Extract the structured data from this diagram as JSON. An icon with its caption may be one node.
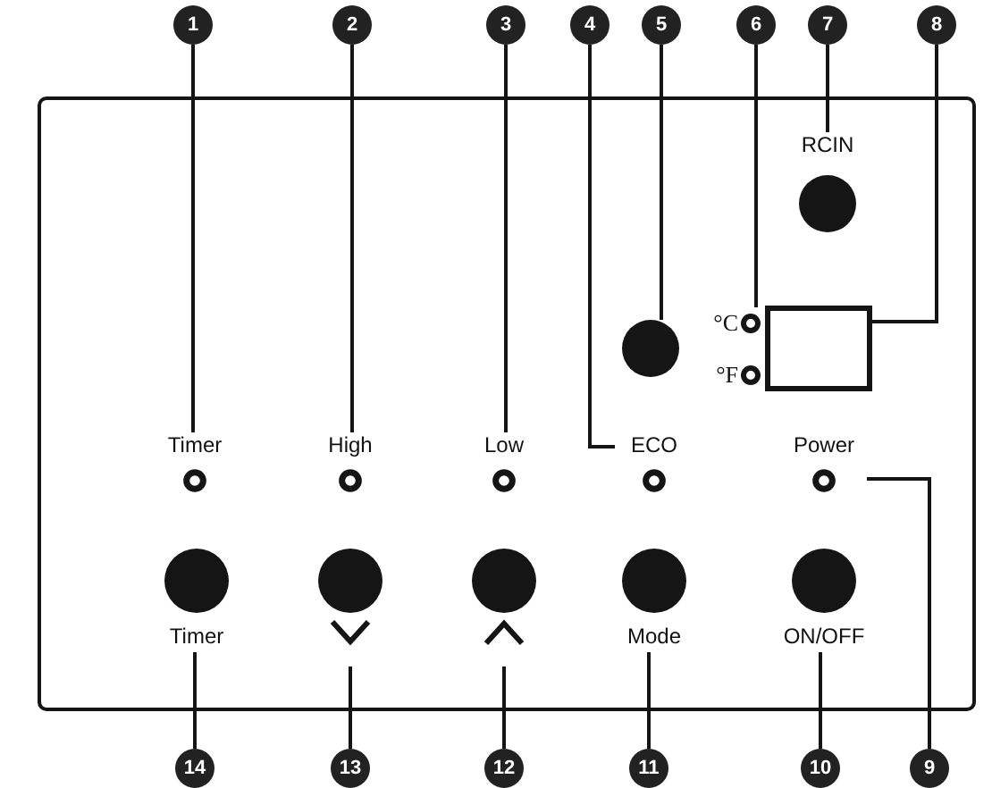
{
  "diagram": {
    "nodes": [
      {
        "text": [
          "1"
        ]
      },
      {
        "text": [
          "2"
        ]
      },
      {
        "text": [
          "3"
        ]
      },
      {
        "text": [
          "4"
        ]
      },
      {
        "text": [
          "5"
        ]
      },
      {
        "text": [
          "6"
        ]
      },
      {
        "text": [
          "7"
        ]
      },
      {
        "text": [
          "8"
        ]
      },
      {
        "text": [
          "RCIN"
        ]
      },
      {
        "text": [],
        "shape": "circle"
      },
      {
        "text": [
          "°C"
        ]
      },
      {
        "text": [],
        "shape": "box"
      },
      {
        "text": [
          "°F"
        ]
      },
      {
        "text": [
          "Timer"
        ]
      },
      {
        "text": [
          "High"
        ]
      },
      {
        "text": [
          "Low"
        ]
      },
      {
        "text": [
          "ECO"
        ]
      },
      {
        "text": [
          "Power"
        ]
      },
      {
        "text": [
          "Timer"
        ]
      },
      {
        "text": [],
        "shape": "circle"
      },
      {
        "text": [],
        "shape": "circle"
      },
      {
        "text": [
          "Mode"
        ]
      },
      {
        "text": [
          "ON/OFF"
        ]
      },
      {
        "text": [
          "14"
        ]
      },
      {
        "text": [
          "13"
        ]
      },
      {
        "text": [
          "12"
        ]
      },
      {
        "text": [
          "11"
        ]
      },
      {
        "text": [
          "10"
        ]
      },
      {
        "text": [
          "9"
        ]
      }
    ],
    "edges": [
      {
        "from": 0,
        "to": 13,
        "arrow": "none"
      },
      {
        "from": 1,
        "to": 14,
        "arrow": "none"
      },
      {
        "from": 2,
        "to": 15,
        "arrow": "none"
      },
      {
        "from": 3,
        "to": 16,
        "arrow": "none"
      },
      {
        "from": 4,
        "to": 9,
        "arrow": "none"
      },
      {
        "from": 5,
        "to": 10,
        "arrow": "none"
      },
      {
        "from": 6,
        "to": 8,
        "arrow": "none"
      },
      {
        "from": 7,
        "to": 11,
        "arrow": "none"
      },
      {
        "from": 28,
        "to": 17,
        "arrow": "none"
      },
      {
        "from": 27,
        "to": 22,
        "arrow": "none"
      },
      {
        "from": 26,
        "to": 21,
        "arrow": "none"
      },
      {
        "from": 25,
        "to": 20,
        "arrow": "none"
      },
      {
        "from": 24,
        "to": 19,
        "arrow": "none"
      },
      {
        "from": 23,
        "to": 18,
        "arrow": "none"
      }
    ]
  }
}
